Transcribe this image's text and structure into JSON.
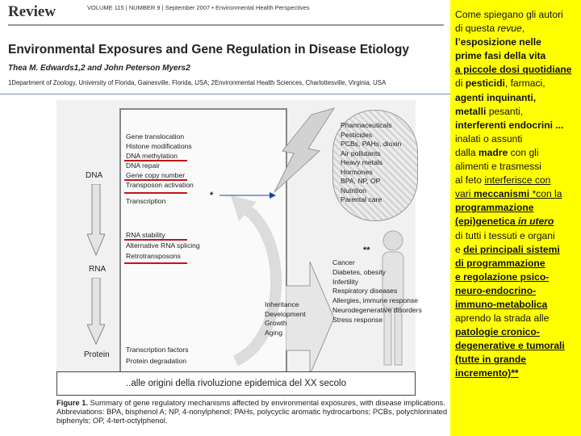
{
  "header": {
    "section": "Review",
    "journal_line": "VOLUME 115 | NUMBER 9 | September 2007  •  Environmental Health Perspectives"
  },
  "article": {
    "title": "Environmental Exposures and Gene Regulation in Disease Etiology",
    "authors": "Thea M. Edwards1,2 and John Peterson Myers2",
    "affiliation": "1Department of Zoology, University of Florida, Gainesville, Florida, USA; 2Environmental Health Sciences, Charlottesville, Virginia, USA"
  },
  "diagram": {
    "levels": [
      "DNA",
      "RNA",
      "Protein"
    ],
    "dna_items": [
      "Gene translocation",
      "Histone modifications",
      "DNA methylation",
      "DNA repair",
      "Gene copy number",
      "Transposon activation",
      "Transcription"
    ],
    "rna_items": [
      "RNA stability",
      "Alternative RNA splicing",
      "Retrotransposons"
    ],
    "protein_items": [
      "Transcription factors",
      "Protein degradation"
    ],
    "exposures": [
      "Pharmaceuticals",
      "Pesticides",
      "PCBs, PAHs, dioxin",
      "Air pollutants",
      "Heavy metals",
      "Hormones",
      "BPA, NP, OP",
      "Nutrition",
      "Parental care"
    ],
    "outcomes": [
      "Inheritance",
      "Development",
      "Growth",
      "Aging"
    ],
    "diseases": [
      "Cancer",
      "Diabetes, obesity",
      "Infertility",
      "Respiratory diseases",
      "Allergies, immune response",
      "Neurodegenerative disorders",
      "Stress response"
    ],
    "marker_single": "*",
    "marker_double": "**",
    "overlay_caption": "..alle origini della rivoluzione epidemica del XX secolo"
  },
  "figure_caption": {
    "label": "Figure 1.",
    "text": " Summary of gene regulatory mechanisms affected by environmental exposures, with disease implications. Abbreviations: BPA, bisphenol A; NP, 4-nonylphenol; PAHs, polycyclic aromatic hydrocarbons; PCBs, polychlorinated biphenyls; OP, 4-tert-octylphenol."
  },
  "sidebar": {
    "l1": "Come spiegano  gli autori",
    "l2a": "di  questa ",
    "l2b": "revue",
    "l2c": ",",
    "l3": "l’esposizione nelle",
    "l4": "prime fasi della vita",
    "l5": "a piccole dosi quotidiane",
    "l6a": "di ",
    "l6b": "pesticidi",
    "l6c": ", farmaci,",
    "l7": "agenti inquinanti,",
    "l8a": "metalli",
    "l8b": " pesanti,",
    "l9": "interferenti endocrini ...",
    "l10": "inalati o assunti",
    "l11a": "dalla ",
    "l11b": "madre",
    "l11c": " con gli",
    "l12": "alimenti e trasmessi",
    "l13a": "al feto  ",
    "l13b": "interferisce con",
    "l14a": "vari ",
    "l14b": "meccanismi",
    "l14c": " *con la",
    "l15": "programmazione",
    "l16a": "(epi)genetica ",
    "l16b": "in utero",
    "l17": "di tutti  i tessuti e organi",
    "l18a": "e ",
    "l18b": "dei principali sistemi",
    "l19": "di programmazione",
    "l20": "e regolazione psico-",
    "l21": "neuro-endocrino-",
    "l22": "immuno-metabolica",
    "l23": "aprendo la strada alle",
    "l24": "patologie cronico-",
    "l25": "degenerative  e tumorali",
    "l26": "(tutte in grande",
    "l27": "incremento)**"
  },
  "colors": {
    "sidebar_bg": "#ffff00",
    "underline_red": "#c0161b"
  }
}
